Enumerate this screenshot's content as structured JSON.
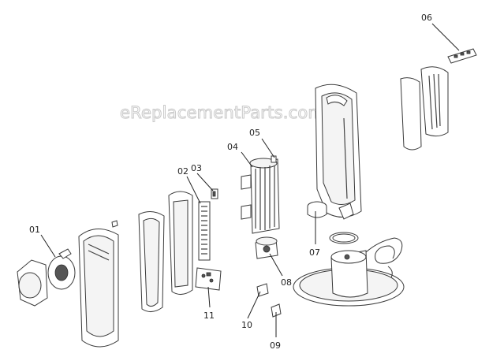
{
  "watermark": "eReplacementParts.com",
  "callouts": [
    {
      "id": "01",
      "text": "01"
    },
    {
      "id": "02",
      "text": "02"
    },
    {
      "id": "03",
      "text": "03"
    },
    {
      "id": "04",
      "text": "04"
    },
    {
      "id": "05",
      "text": "05"
    },
    {
      "id": "06",
      "text": "06"
    },
    {
      "id": "07",
      "text": "07"
    },
    {
      "id": "08",
      "text": "08"
    },
    {
      "id": "09",
      "text": "09"
    },
    {
      "id": "10",
      "text": "10"
    },
    {
      "id": "11",
      "text": "11"
    }
  ]
}
